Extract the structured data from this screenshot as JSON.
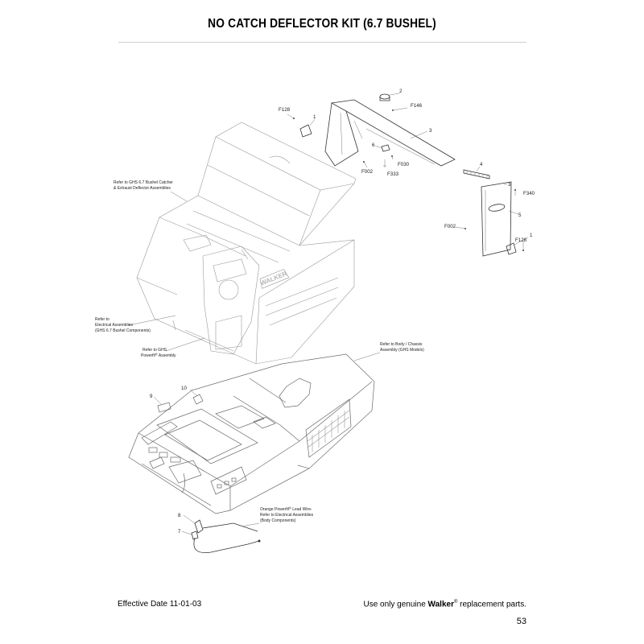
{
  "page": {
    "title": "NO CATCH DEFLECTOR KIT (6.7 BUSHEL)",
    "effective_date": "Effective Date 11-01-03",
    "tagline_prefix": "Use only genuine ",
    "tagline_brand": "Walker",
    "tagline_reg": "®",
    "tagline_suffix": " replacement parts.",
    "page_number": "53"
  },
  "diagram": {
    "logo_text": "WALKER",
    "callouts": {
      "ghs_catcher_1": "Refer to GHS 6.7 Bushel Catcher",
      "ghs_catcher_2": "& Exhaust Deflector Assemblies",
      "elec_1": "Refer to",
      "elec_2": "Electrical Assemblies",
      "elec_3": "(GHS 6.7 Bushel Components)",
      "powerfil_1": "Refer to GHS",
      "powerfil_2": "Powerfil",
      "powerfil_reg": "®",
      "powerfil_3": " Assembly",
      "body_1": "Refer to Body / Chassis",
      "body_2": "Assembly (GHS Models)",
      "wire_1": "Orange Powerfil",
      "wire_reg": "®",
      "wire_1b": " Lead Wire-",
      "wire_2": "Refer to Electrical Assemblies",
      "wire_3": "(Body Components)"
    },
    "part_labels": {
      "p1a": "1",
      "p2": "2",
      "p3a": "3",
      "p3b": "3",
      "p4": "4",
      "p5": "5",
      "p6": "6",
      "p1b": "1",
      "p7": "7",
      "p8": "8",
      "p9": "9",
      "p10": "10",
      "f128a": "F128",
      "f146": "F146",
      "f002a": "F002",
      "f333": "F333",
      "f030": "F030",
      "f340": "F340",
      "f002b": "F002",
      "f128b": "F128"
    }
  }
}
